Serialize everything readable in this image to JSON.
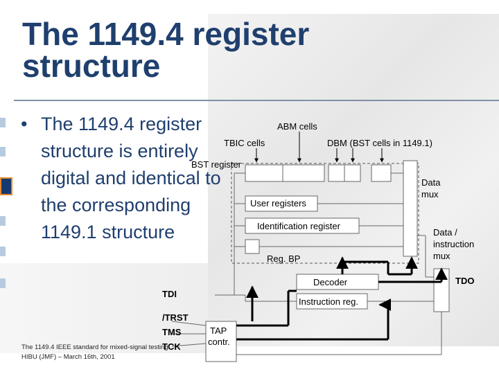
{
  "slide": {
    "title": "The 1149.4 register structure",
    "bullet_marker": "•",
    "bullet_text": "The 1149.4 register structure is entirely digital and identical to the corresponding 1149.1 structure",
    "footer_line1": "The 1149.4 IEEE standard for mixed-signal testing",
    "footer_line2": "HIBU (JMF) – March 16th, 2001",
    "colors": {
      "title": "#1f3f6e",
      "rule": "#7f8fa8",
      "side_marker": "#b7cbe0",
      "side_marker_active": "#163a70",
      "active_border": "#e88a2e"
    }
  },
  "diagram": {
    "labels": {
      "abm_cells": "ABM cells",
      "tbic_cells": "TBIC cells",
      "dbm_cells": "DBM (BST cells in 1149.1)",
      "bst_register": "BST register",
      "data_mux": "Data mux",
      "data_instruction_mux": "Data / instruction mux",
      "tdo": "TDO",
      "tdi": "TDI",
      "trst": "/TRST",
      "tms": "TMS",
      "tck": "TCK",
      "tap_controller": "TAP contr."
    },
    "blocks": {
      "user_registers": "User registers",
      "identification_register": "Identification register",
      "reg_bp": "Reg. BP",
      "decoder": "Decoder",
      "instruction_reg": "Instruction reg."
    }
  }
}
